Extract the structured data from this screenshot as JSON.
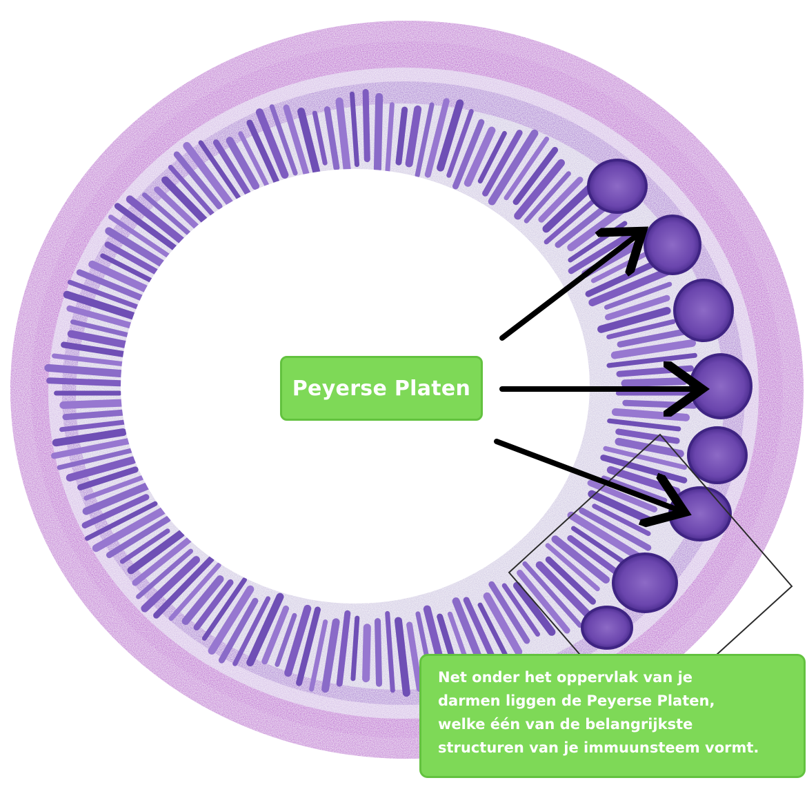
{
  "image": {
    "subject": "histology-cross-section",
    "colors": {
      "outer_muscle": "#c47ad6",
      "inner_ring": "#b691d8",
      "villi": "#8a6bc8",
      "nodule": "#5b3a9a",
      "label_bg": "#7ed957",
      "arrow": "#000000"
    }
  },
  "labels": {
    "main": "Peyerse Platen",
    "caption": "Net onder het oppervlak van je\ndarmen liggen de Peyerse Platen,\nwelke één van de belangrijkste\nstructuren van je immuunsteem vormt."
  },
  "annotations": {
    "arrow_count": 3,
    "highlight_box": true
  }
}
